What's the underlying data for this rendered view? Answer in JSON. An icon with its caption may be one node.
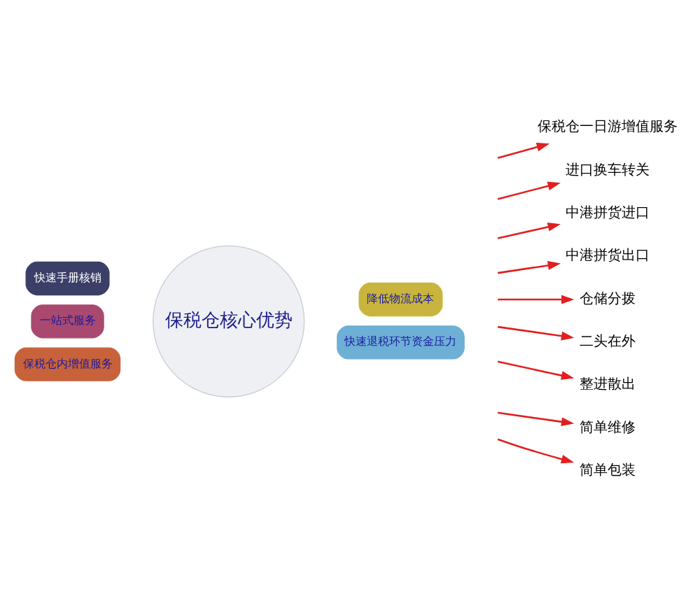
{
  "diagram": {
    "nodes": [
      {
        "text": [
          "保税仓核心优势"
        ]
      },
      {
        "text": [
          "降低物流成本"
        ]
      },
      {
        "text": [
          "快速退税环节资金压力"
        ]
      },
      {
        "text": [
          "快速手册核销"
        ]
      },
      {
        "text": [
          "一站式服务"
        ]
      },
      {
        "text": [
          "保税仓内增值服务"
        ]
      },
      {
        "text": [
          "保税仓一日游增值服务"
        ]
      },
      {
        "text": [
          "进口换车转关"
        ]
      },
      {
        "text": [
          "中港拼货进口"
        ]
      },
      {
        "text": [
          "中港拼货出口"
        ]
      },
      {
        "text": [
          "仓储分拨"
        ]
      },
      {
        "text": [
          "二头在外"
        ]
      },
      {
        "text": [
          "整进散出"
        ]
      },
      {
        "text": [
          "简单维修"
        ]
      },
      {
        "text": [
          "简单包装"
        ]
      }
    ],
    "edges": [
      {
        "from": null,
        "to": 6,
        "arrow": "to"
      },
      {
        "from": null,
        "to": 7,
        "arrow": "to"
      },
      {
        "from": null,
        "to": 8,
        "arrow": "to"
      },
      {
        "from": null,
        "to": 9,
        "arrow": "to"
      },
      {
        "from": null,
        "to": 10,
        "arrow": "to"
      },
      {
        "from": null,
        "to": 11,
        "arrow": "to"
      },
      {
        "from": null,
        "to": 12,
        "arrow": "to"
      },
      {
        "from": null,
        "to": 13,
        "arrow": "to"
      },
      {
        "from": null,
        "to": 14,
        "arrow": "to"
      }
    ]
  }
}
